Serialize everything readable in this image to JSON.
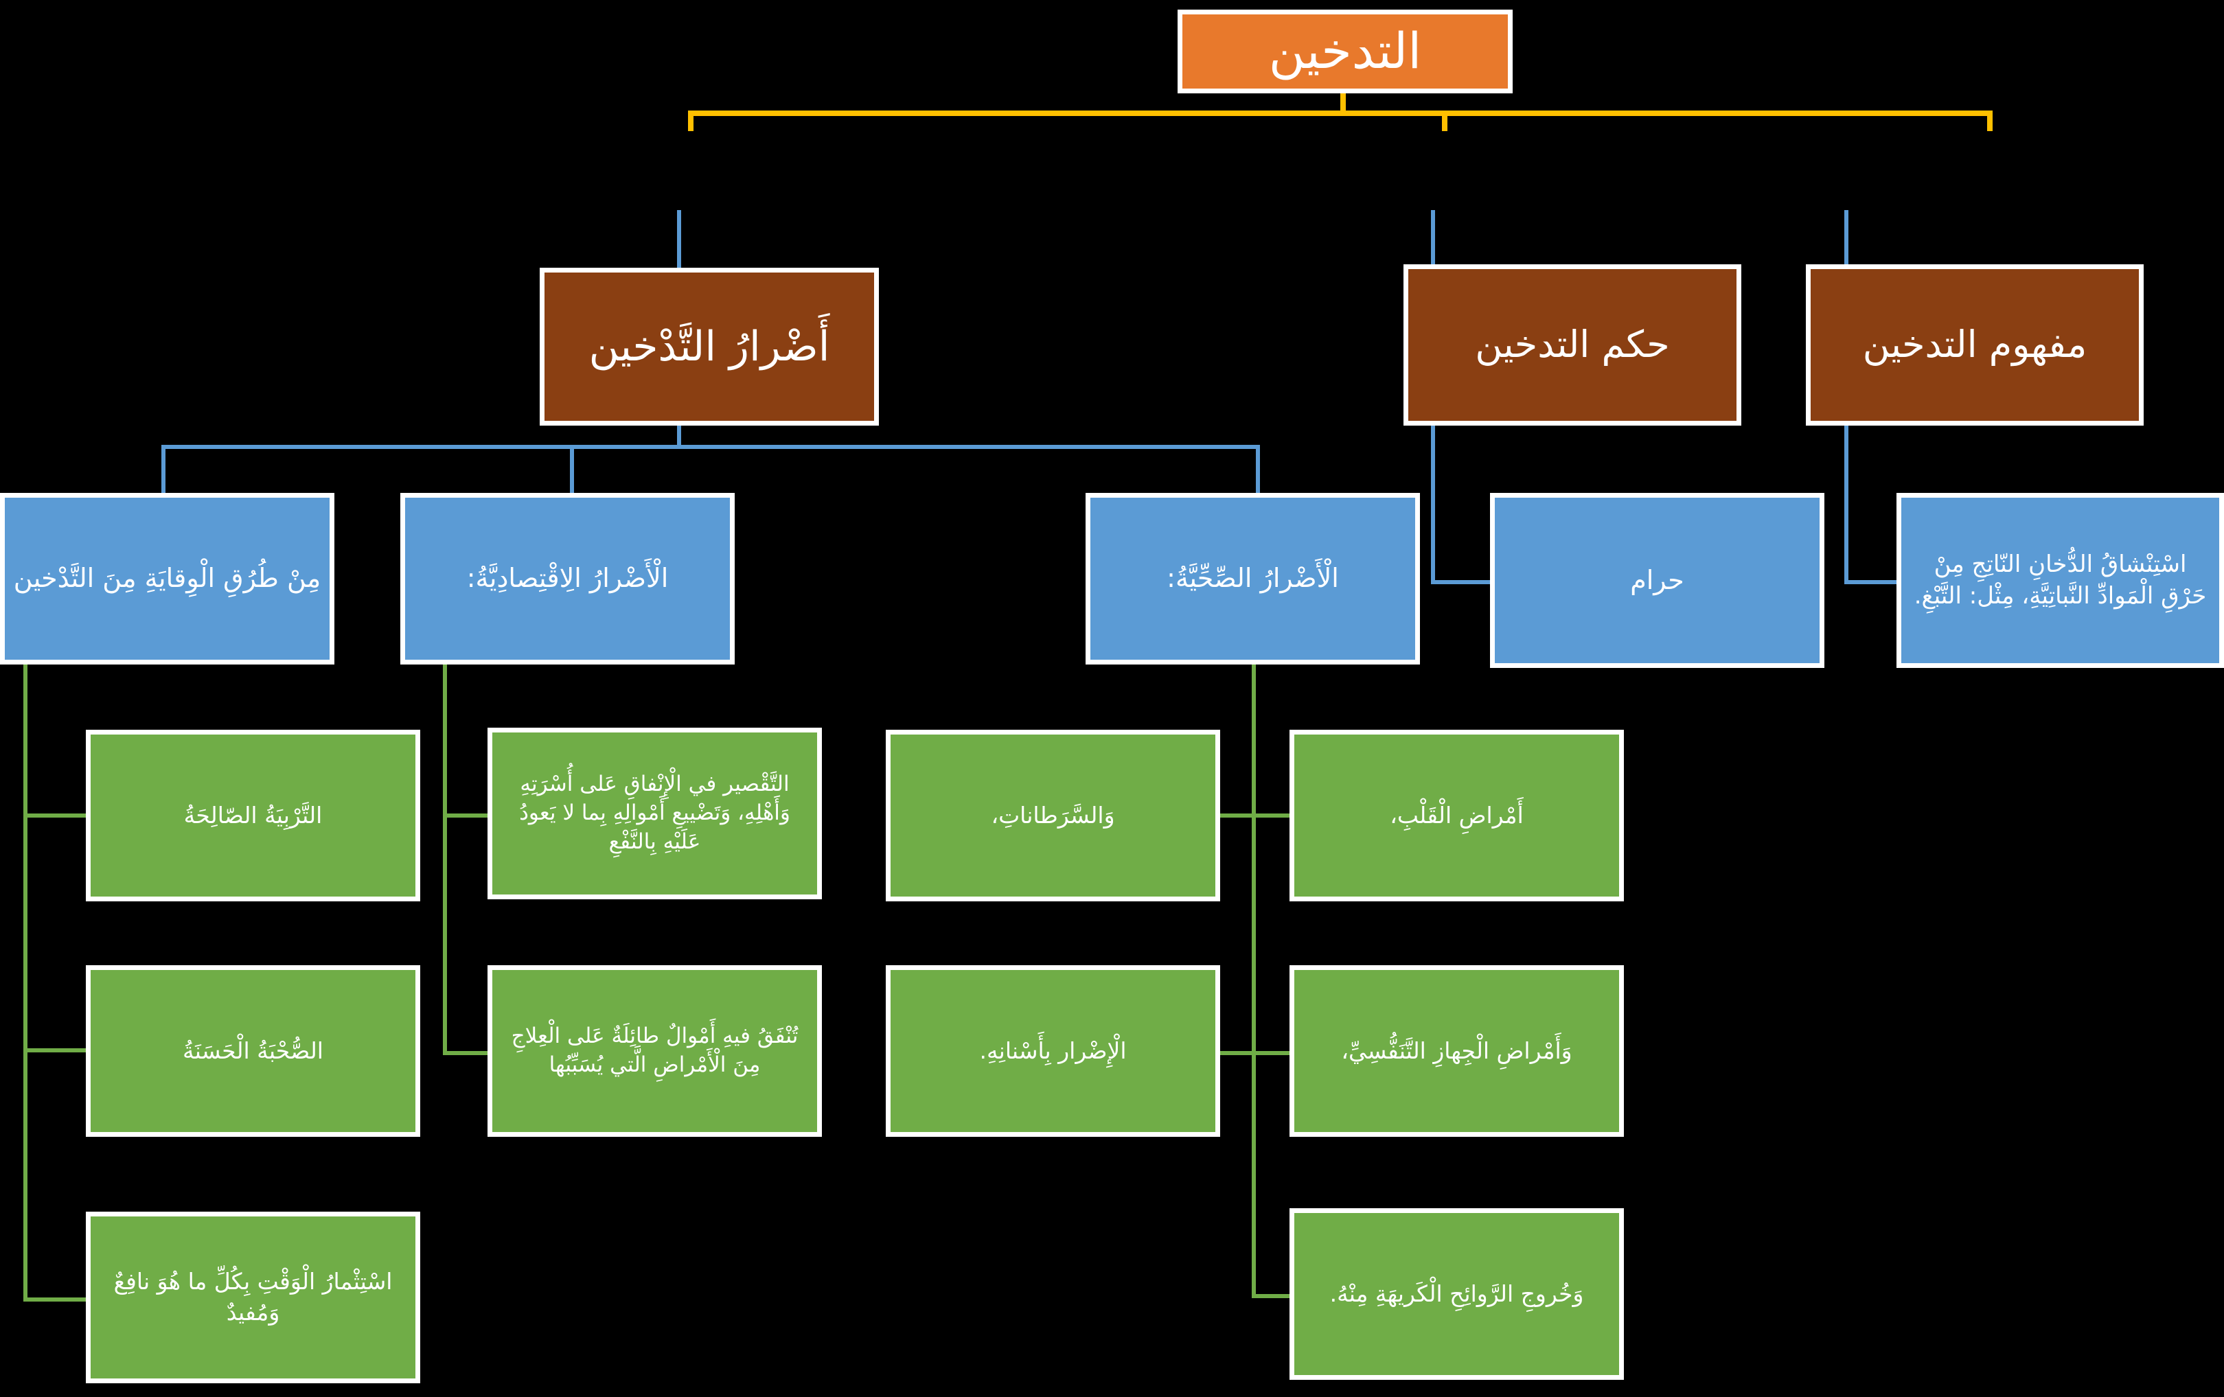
{
  "diagram": {
    "type": "mind-map",
    "title": "التدخين",
    "direction": "rtl",
    "background_color": "#000000",
    "colors": {
      "root": "#e8792c",
      "level2": "#8a3f12",
      "level3": "#5b9bd5",
      "leaf": "#70ad47",
      "connector_root": "#ffc000",
      "connector_level2": "#5b9bd5",
      "connector_level3": "#70ad47",
      "node_border": "#ffffff",
      "text": "#ffffff"
    }
  },
  "nodes": {
    "root": {
      "label": "التدخين"
    },
    "level2": [
      {
        "id": "harms",
        "label": "أَضْرارُ التَّدْخين"
      },
      {
        "id": "ruling",
        "label": "حكم التدخين"
      },
      {
        "id": "concept",
        "label": "مفهوم التدخين"
      }
    ],
    "level3": [
      {
        "id": "prevention",
        "parent": "harms",
        "label": "مِنْ طُرُقِ الْوِقايَةِ مِنَ التَّدْخين"
      },
      {
        "id": "economic",
        "parent": "harms",
        "label": "الْأَضْرارُ الِاقْتِصادِيَّةُ:"
      },
      {
        "id": "health",
        "parent": "harms",
        "label": "الْأَضْرارُ الصِّحِّيَّةُ:"
      },
      {
        "id": "haram",
        "parent": "ruling",
        "label": "حرام"
      },
      {
        "id": "definition",
        "parent": "concept",
        "label": "اسْتِنْشاقُ الدُّخانِ النّاتِجِ مِنْ حَرْقِ الْمَوادِّ النَّباتِيَّةِ، مِثْل: التَّبْغِ."
      }
    ],
    "leaves": [
      {
        "id": "prevention-1",
        "parent": "prevention",
        "label": "التَّرْبِيَةُ الصّالِحَةُ"
      },
      {
        "id": "prevention-2",
        "parent": "prevention",
        "label": "الصُّحْبَةُ الْحَسَنَةُ"
      },
      {
        "id": "prevention-3",
        "parent": "prevention",
        "label": "اسْتِثْمارُ الْوَقْتِ بِكُلِّ ما هُوَ نافِعٌ وَمُفيدٌ"
      },
      {
        "id": "economic-1",
        "parent": "economic",
        "label": "التَّقْصير في الْإِنْفاقِ عَلى أُسْرَتِهِ وَأَهْلِهِ، وَتَضْييعِ أَمْوالِهِ بِما لا يَعودُ عَلَيْهِ بِالنَّفْعِ"
      },
      {
        "id": "economic-2",
        "parent": "economic",
        "label": "تُنْفَقُ فيهِ أَمْوالٌ طائِلَةٌ عَلى الْعِلاجِ مِنَ الْأَمْراضِ الَّتي يُسَبِّبُها"
      },
      {
        "id": "health-1",
        "parent": "health",
        "label": "وَالسَّرَطاناتِ،"
      },
      {
        "id": "health-2",
        "parent": "health",
        "label": "الْإِضْرار بِأَسْنانِهِ."
      },
      {
        "id": "health-3",
        "parent": "health",
        "label": "أَمْراضِ الْقَلْبِ،"
      },
      {
        "id": "health-4",
        "parent": "health",
        "label": "وَأَمْراضِ الْجِهازِ التَّنَفُّسِيِّ،"
      },
      {
        "id": "health-5",
        "parent": "health",
        "label": "وَخُروجِ الرَّوائِحِ الْكَريهَةِ مِنْهُ."
      }
    ]
  }
}
